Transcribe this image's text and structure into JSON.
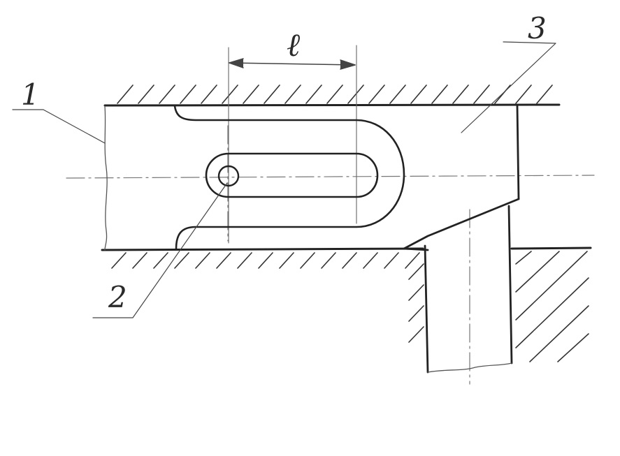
{
  "labels": {
    "part_1": "1",
    "part_2": "2",
    "part_3": "3",
    "dimension": "ℓ"
  },
  "colors": {
    "ink": "#222222",
    "thin_ink": "#555555",
    "hatch": "#333333",
    "centerline": "#777777"
  }
}
